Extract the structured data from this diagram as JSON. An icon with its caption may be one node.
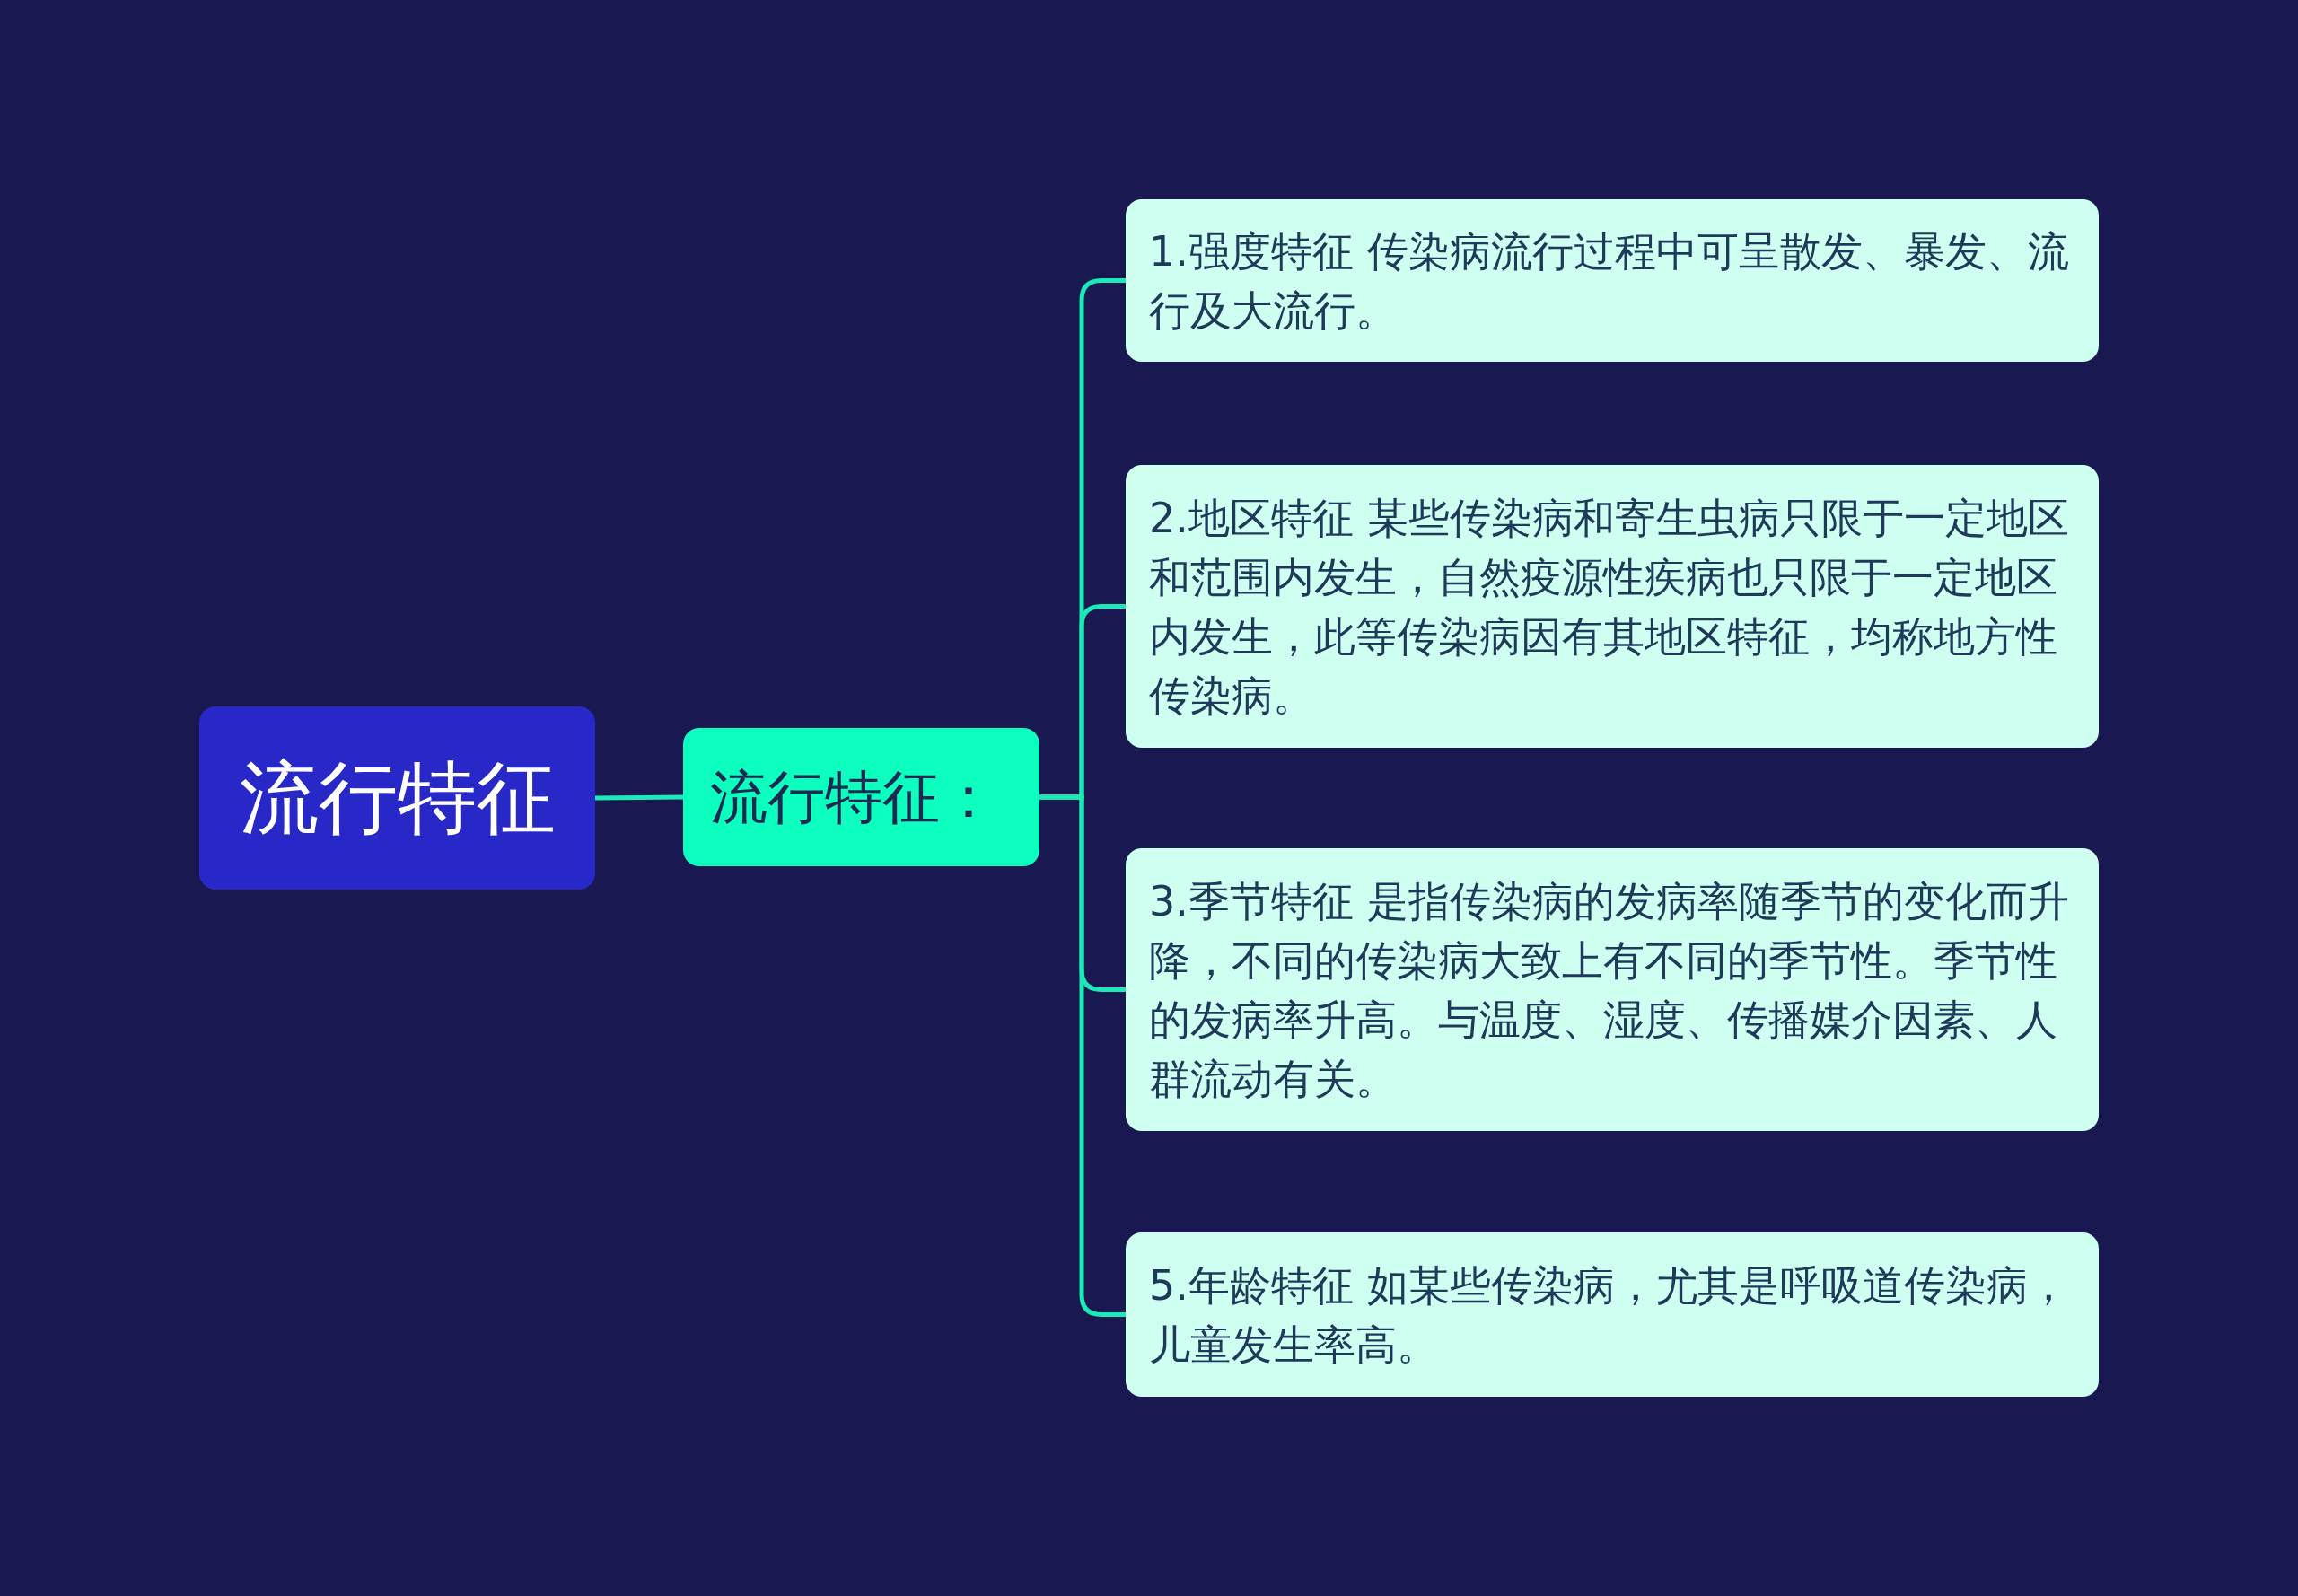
{
  "diagram": {
    "nodes": [
      {
        "text": [
          "流行特征"
        ]
      },
      {
        "text": [
          "流行特征："
        ]
      },
      {
        "text": [
          "1.强度特征 传染病流行过程中可呈散发、暴发、流行及大流行。"
        ]
      },
      {
        "text": [
          "2.地区特征 某些传染病和寄生虫病只限于一定地区和范围内发生，自然疫源性疾病也只限于一定地区内发生，此等传染病因有其地区特征，均称地方性传染病。"
        ]
      },
      {
        "text": [
          "3.季节特征 是指传染病的发病率随季节的变化而升降，不同的传染病大致上有不同的季节性。季节性的发病率升高。与温度、湿度、传播媒介因素、人群流动有关。"
        ]
      },
      {
        "text": [
          "5.年龄特征 如某些传染病，尤其是呼吸道传染病，儿童发生率高。"
        ]
      }
    ],
    "edges": [
      {
        "from": 0,
        "to": 1,
        "arrow": "none"
      },
      {
        "from": 1,
        "to": 2,
        "arrow": "none"
      },
      {
        "from": 1,
        "to": 3,
        "arrow": "none"
      },
      {
        "from": 1,
        "to": 4,
        "arrow": "none"
      },
      {
        "from": 1,
        "to": 5,
        "arrow": "none"
      }
    ]
  }
}
